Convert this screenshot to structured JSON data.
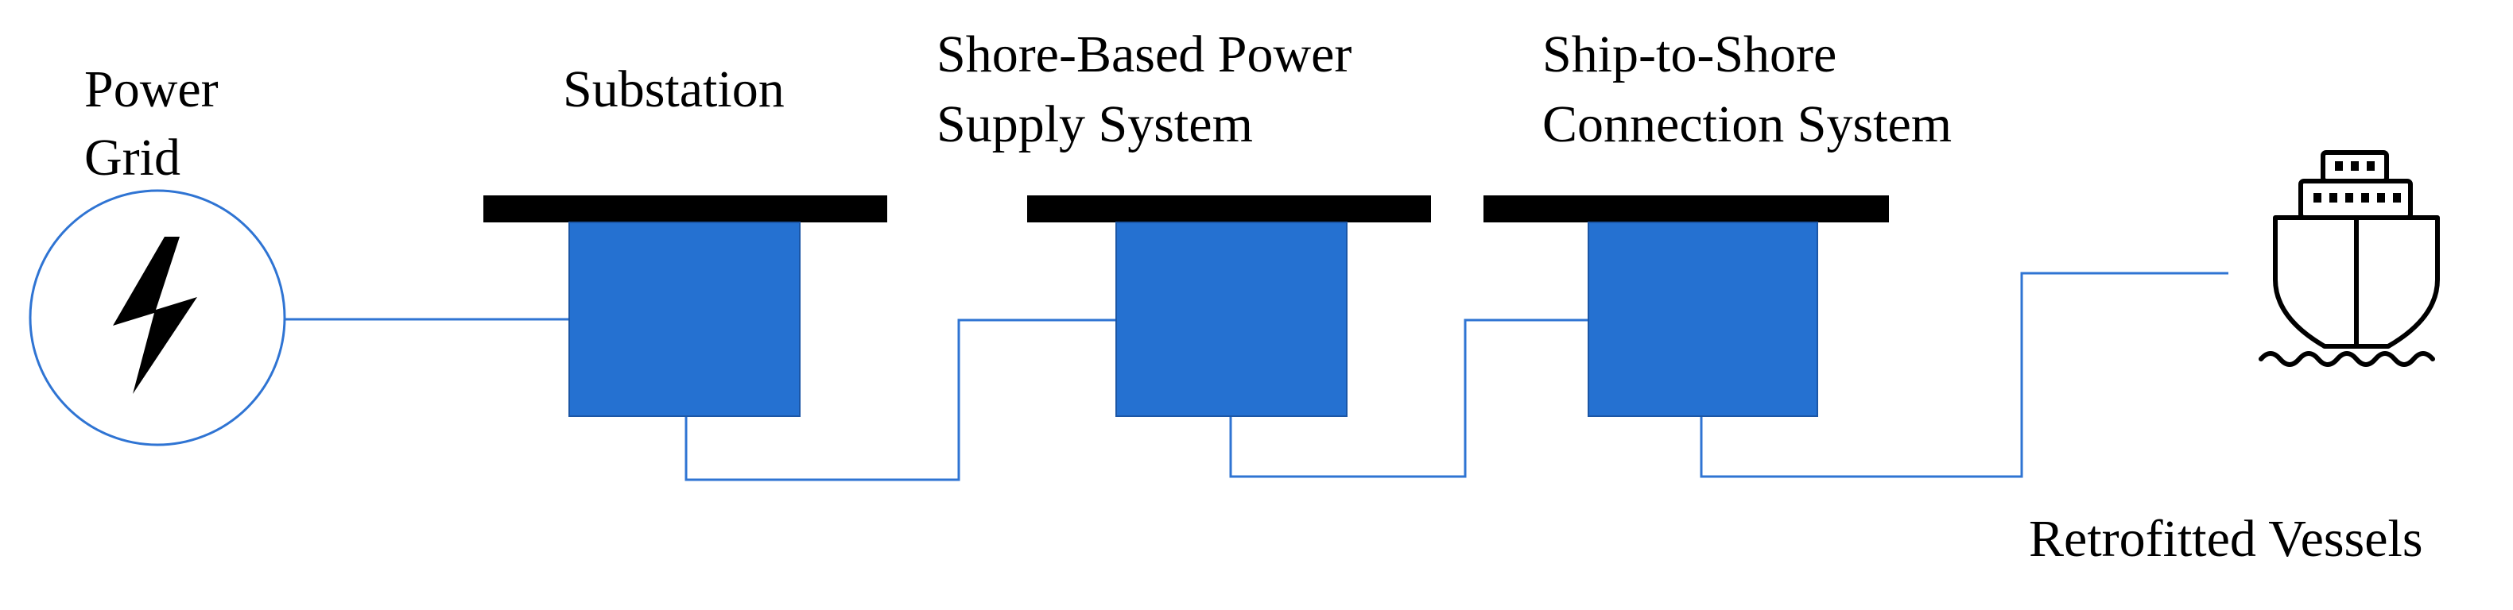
{
  "labels": {
    "power_grid_line1": "Power",
    "power_grid_line2": "Grid",
    "substation": "Substation",
    "shore_supply_line1": "Shore-Based Power",
    "shore_supply_line2": "Supply System",
    "connection_line1": "Ship-to-Shore",
    "connection_line2": "Connection System",
    "vessels": "Retrofitted Vessels"
  },
  "colors": {
    "box_fill": "#2571D1",
    "bar_fill": "#000000",
    "wire": "#2F74D3",
    "grid_circle": "#2F74D3",
    "icon": "#000000"
  },
  "icons": {
    "grid": "lightning-bolt-icon",
    "vessel": "ship-icon"
  }
}
